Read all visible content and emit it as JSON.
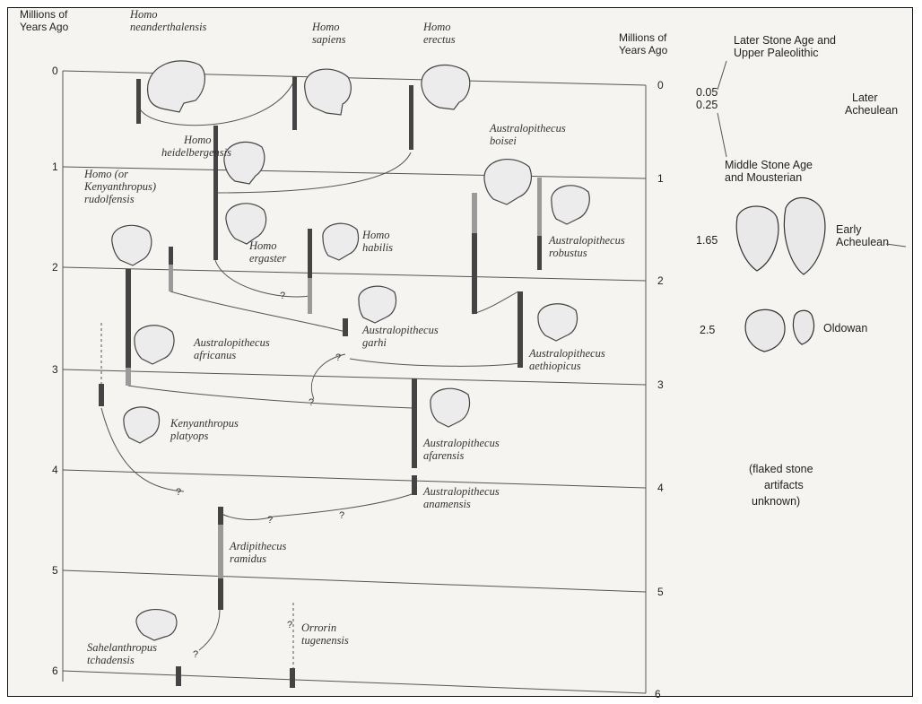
{
  "left_axis": {
    "title_lines": [
      "Millions of",
      "Years Ago"
    ],
    "ticks": [
      "0",
      "1",
      "2",
      "3",
      "4",
      "5",
      "6"
    ]
  },
  "right_axis": {
    "title_lines": [
      "Millions of",
      "Years Ago"
    ],
    "ticks": [
      "0",
      "1",
      "2",
      "3",
      "4",
      "5",
      "6"
    ]
  },
  "species": [
    {
      "id": "h-neanderthalensis",
      "lines": [
        "Homo",
        "neanderthalensis"
      ]
    },
    {
      "id": "h-sapiens",
      "lines": [
        "Homo",
        "sapiens"
      ]
    },
    {
      "id": "h-erectus",
      "lines": [
        "Homo",
        "erectus"
      ]
    },
    {
      "id": "h-heidelbergensis",
      "lines": [
        "Homo",
        "heidelbergensis"
      ]
    },
    {
      "id": "a-boisei",
      "lines": [
        "Australopithecus",
        "boisei"
      ]
    },
    {
      "id": "h-rudolfensis",
      "lines": [
        "Homo (or",
        "Kenyanthropus)",
        "rudolfensis"
      ]
    },
    {
      "id": "h-ergaster",
      "lines": [
        "Homo",
        "ergaster"
      ]
    },
    {
      "id": "h-habilis",
      "lines": [
        "Homo",
        "habilis"
      ]
    },
    {
      "id": "a-robustus",
      "lines": [
        "Australopithecus",
        "robustus"
      ]
    },
    {
      "id": "a-garhi",
      "lines": [
        "Australopithecus",
        "garhi"
      ]
    },
    {
      "id": "a-africanus",
      "lines": [
        "Australopithecus",
        "africanus"
      ]
    },
    {
      "id": "a-aethiopicus",
      "lines": [
        "Australopithecus",
        "aethiopicus"
      ]
    },
    {
      "id": "k-platyops",
      "lines": [
        "Kenyanthropus",
        "platyops"
      ]
    },
    {
      "id": "a-afarensis",
      "lines": [
        "Australopithecus",
        "afarensis"
      ]
    },
    {
      "id": "a-anamensis",
      "lines": [
        "Australopithecus",
        "anamensis"
      ]
    },
    {
      "id": "a-ramidus",
      "lines": [
        "Ardipithecus",
        "ramidus"
      ]
    },
    {
      "id": "o-tugenensis",
      "lines": [
        "Orrorin",
        "tugenensis"
      ]
    },
    {
      "id": "s-tchadensis",
      "lines": [
        "Sahelanthropus",
        "tchadensis"
      ]
    }
  ],
  "tools": {
    "later_stone_age": [
      "Later Stone Age and",
      "Upper Paleolithic"
    ],
    "dates_top": [
      "0.05",
      "0.25"
    ],
    "later_acheulean": [
      "Later",
      "Acheulean"
    ],
    "middle_stone_age": [
      "Middle Stone Age",
      "and Mousterian"
    ],
    "early_date": "1.65",
    "early_acheulean": [
      "Early",
      "Acheulean"
    ],
    "oldowan_date": "2.5",
    "oldowan": "Oldowan",
    "unknown": [
      "(flaked stone",
      "artifacts",
      "unknown)"
    ]
  },
  "question_mark": "?",
  "colors": {
    "bar_dark": "#444444",
    "bar_light": "#9a9a9a",
    "line": "#555555",
    "text": "#222222"
  }
}
